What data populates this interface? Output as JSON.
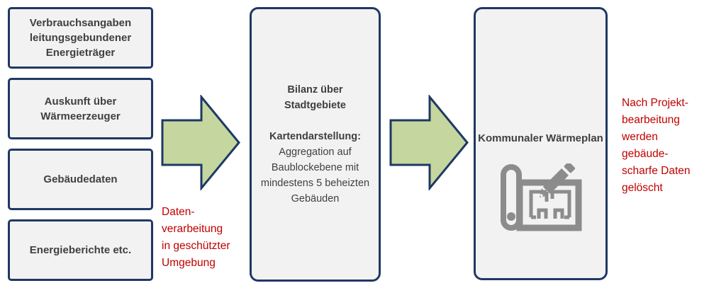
{
  "sources": {
    "items": [
      {
        "label": "Verbrauchsangaben leitungsgebundener Energieträger"
      },
      {
        "label": "Auskunft über Wärmeerzeuger"
      },
      {
        "label": "Gebäudedaten"
      },
      {
        "label": "Energieberichte etc."
      }
    ]
  },
  "processing": {
    "title": "Bilanz über Stadtgebiete",
    "map_heading": "Kartendarstellung:",
    "map_description": "Aggregation auf Baublockebene mit mindestens 5 beheizten Gebäuden"
  },
  "result": {
    "title": "Kommunaler Wärmeplan",
    "icon": "blueprint-pencil-icon"
  },
  "annotations": {
    "processing_note": "Daten-\nverarbeitung\nin geschützter\nUmgebung",
    "deletion_note": "Nach Projekt-\nbearbeitung\nwerden\ngebäude-\nscharfe Daten\ngelöscht"
  },
  "colors": {
    "box_fill": "#f2f2f2",
    "box_border": "#1f3864",
    "arrow_fill": "#c5d79f",
    "arrow_border": "#1f3864",
    "text": "#404040",
    "note_red": "#c00000",
    "icon_gray": "#8c8c8c"
  }
}
